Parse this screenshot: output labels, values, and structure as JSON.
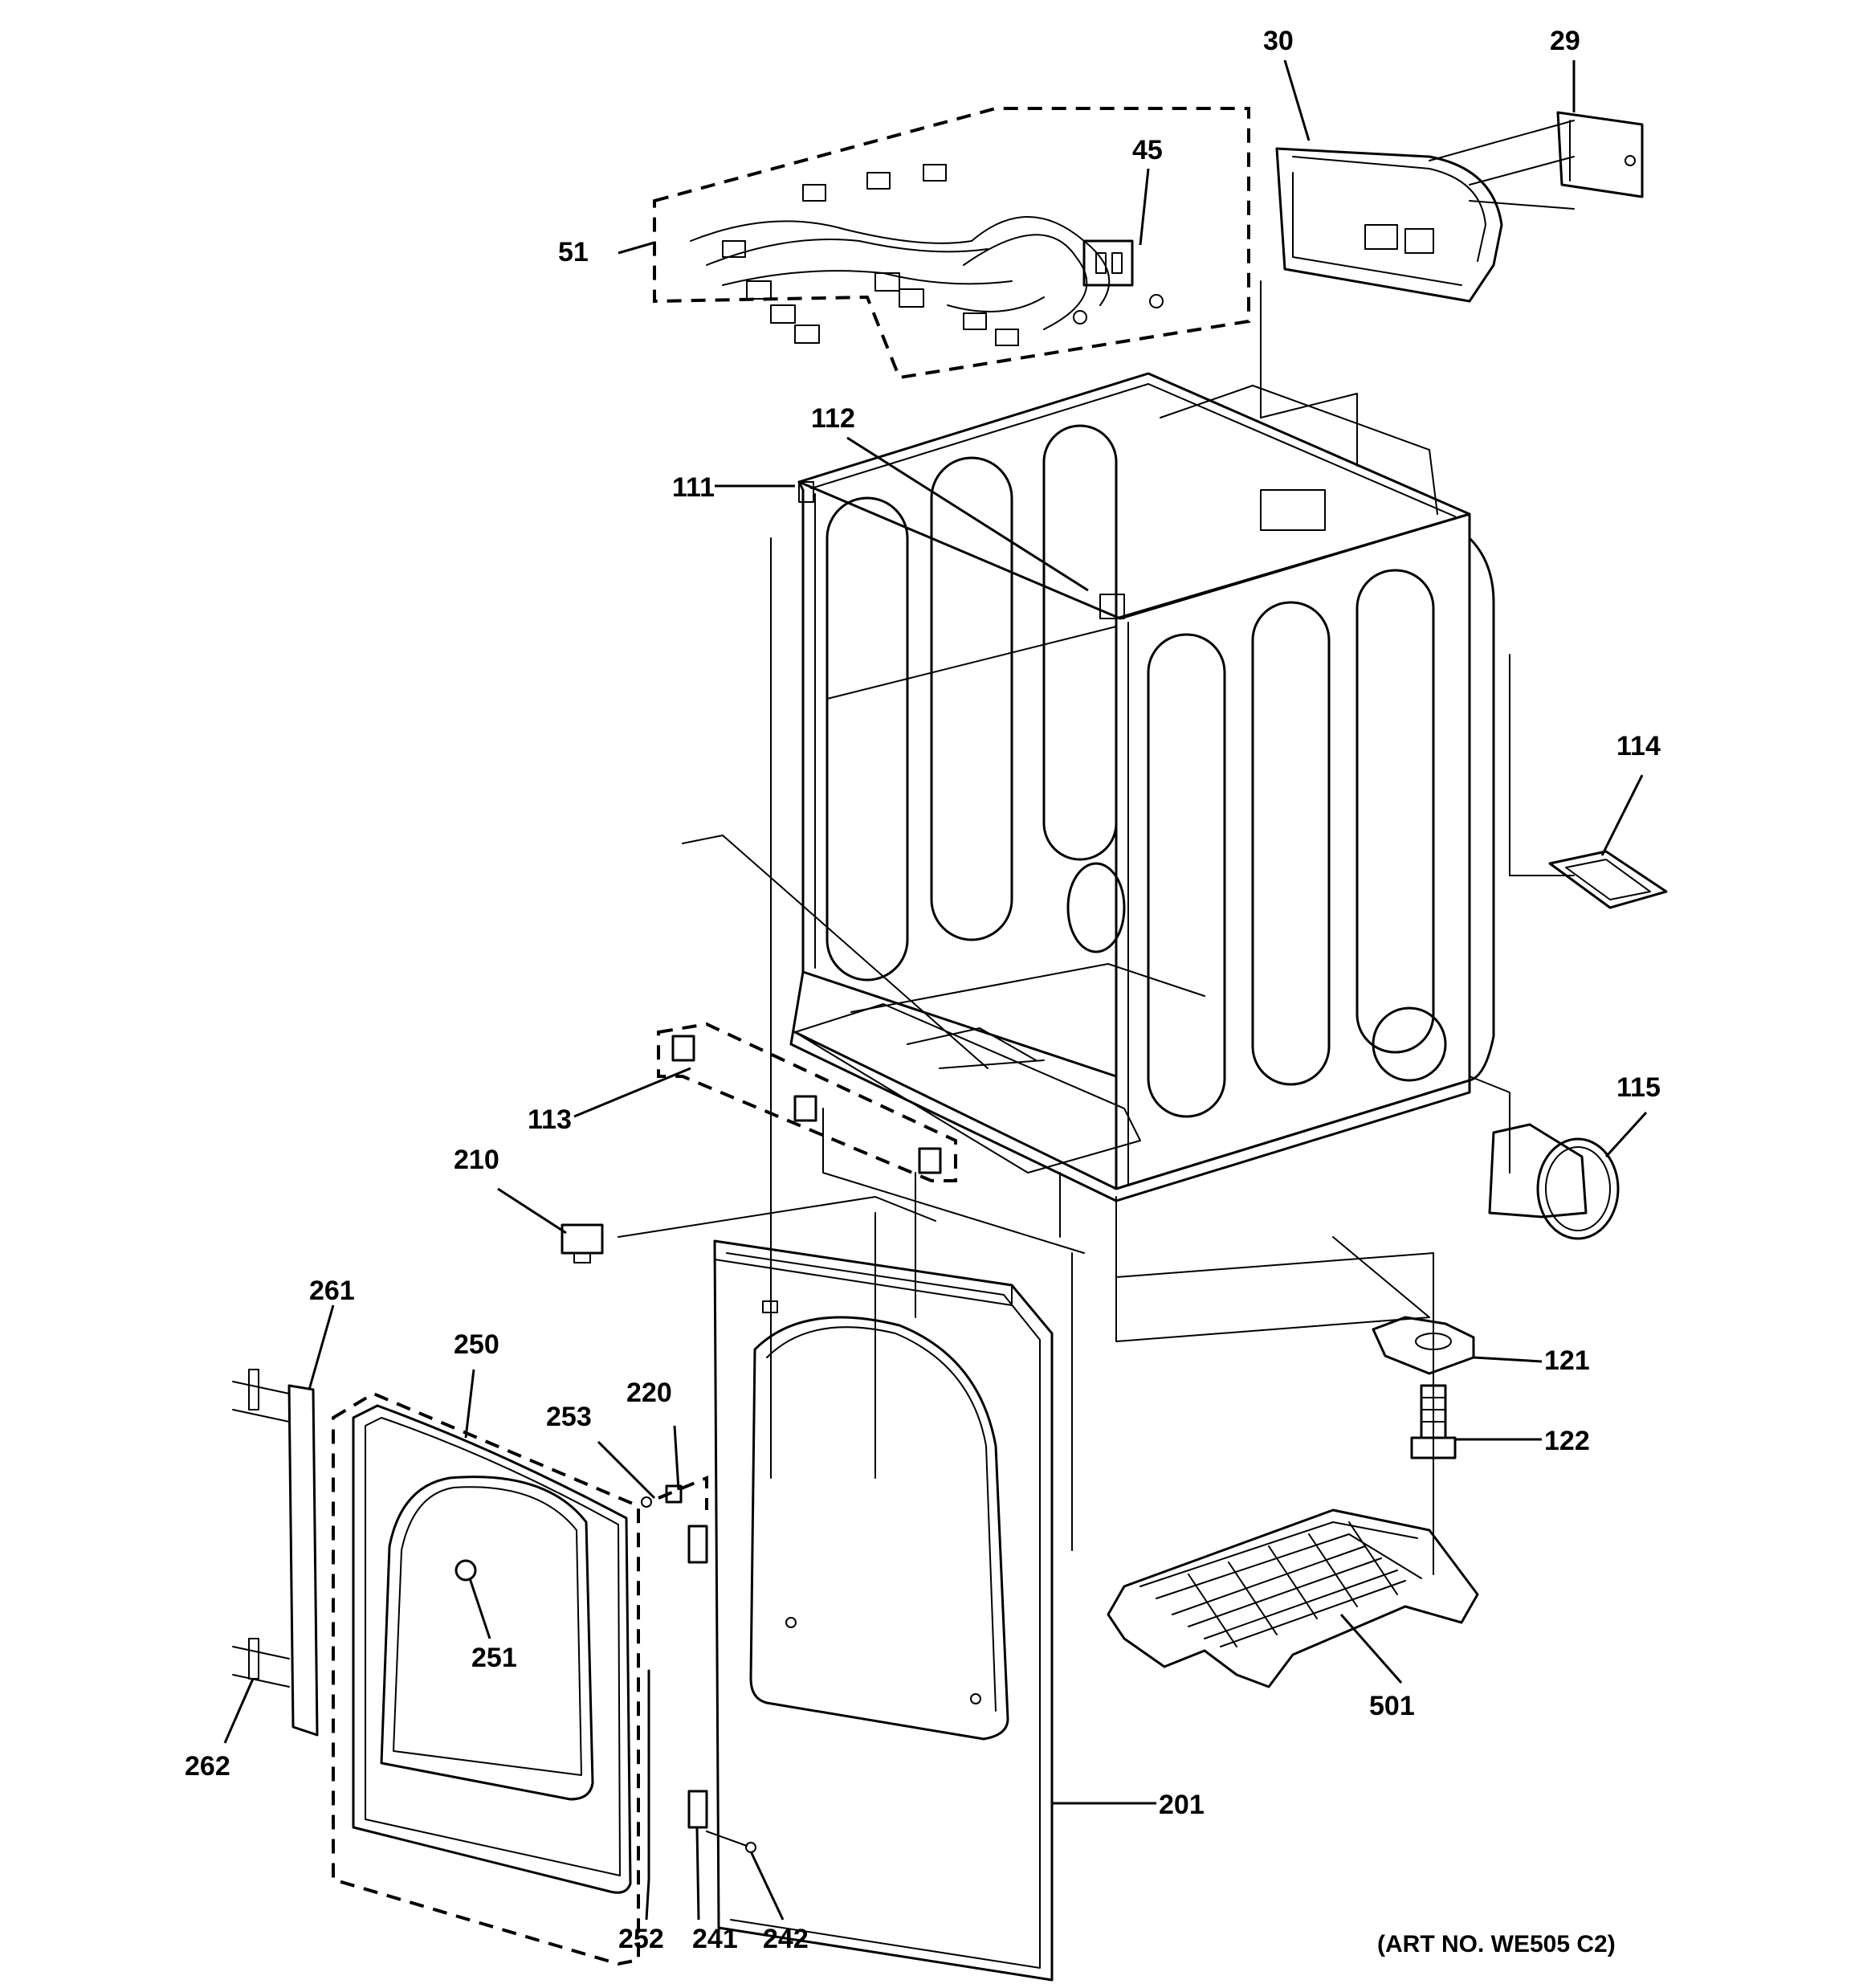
{
  "diagram": {
    "art_number": "(ART NO. WE505 C2)",
    "callouts": {
      "p29": "29",
      "p30": "30",
      "p45": "45",
      "p51": "51",
      "p111": "111",
      "p112": "112",
      "p113": "113",
      "p114": "114",
      "p115": "115",
      "p121": "121",
      "p122": "122",
      "p201": "201",
      "p210": "210",
      "p220": "220",
      "p241": "241",
      "p242": "242",
      "p250": "250",
      "p251": "251",
      "p252": "252",
      "p253": "253",
      "p261": "261",
      "p262": "262",
      "p501": "501"
    }
  }
}
